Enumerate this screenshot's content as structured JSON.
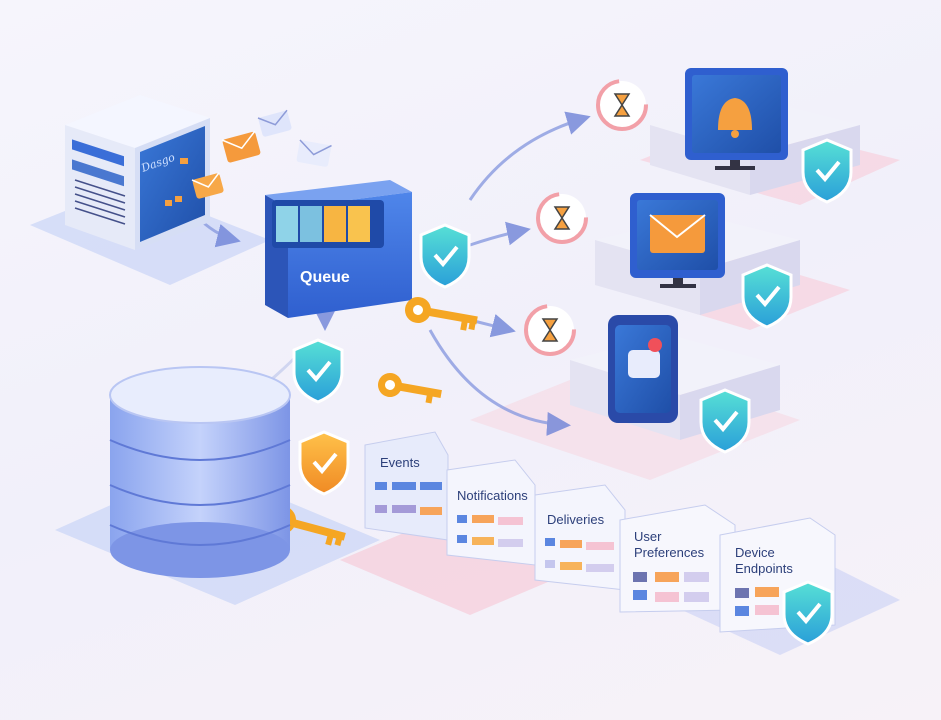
{
  "server": {
    "screen_text": "Dasgo"
  },
  "queue": {
    "label": "Queue"
  },
  "tables": [
    {
      "label": "Events"
    },
    {
      "label": "Notifications"
    },
    {
      "label": "Deliveries"
    },
    {
      "label_line1": "User",
      "label_line2": "Preferences"
    },
    {
      "label_line1": "Device",
      "label_line2": "Endpoints"
    }
  ],
  "colors": {
    "accent_blue": "#3b6fd8",
    "shield_teal": "#3fd0c8",
    "key_orange": "#f5a623",
    "envelope_orange": "#f59a3c"
  }
}
